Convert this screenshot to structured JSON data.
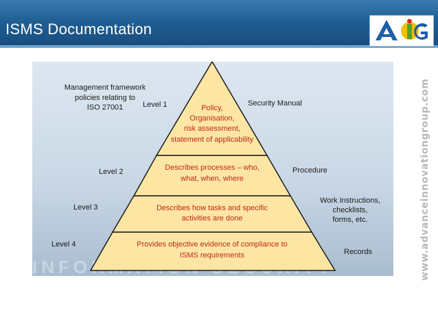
{
  "header": {
    "title": "ISMS  Documentation",
    "logo_text": "AIG"
  },
  "diagram": {
    "note_lines": [
      "Management framework",
      "policies relating to",
      "ISO 27001"
    ],
    "levels": [
      {
        "level": "Level 1",
        "tier_lines": [
          "Policy,",
          "Organisation,",
          "risk assessment,",
          "statement of applicability"
        ],
        "doc_lines": [
          "Security Manual"
        ]
      },
      {
        "level": "Level 2",
        "tier_lines": [
          "Describes processes – who,",
          "what, when, where"
        ],
        "doc_lines": [
          "Procedure"
        ]
      },
      {
        "level": "Level 3",
        "tier_lines": [
          "Describes how tasks and specific",
          "activities are done"
        ],
        "doc_lines": [
          "Work Instructions,",
          "checklists,",
          "forms, etc."
        ]
      },
      {
        "level": "Level 4",
        "tier_lines": [
          "Provides objective evidence of compliance to",
          "ISMS requirements"
        ],
        "doc_lines": [
          "Records"
        ]
      }
    ]
  },
  "side_url": "www.advanceinnovationgroup.com",
  "colors": {
    "header_blue": "#1f5e93",
    "pyramid_fill": "#fde6a4",
    "tier_text": "#c0261b"
  }
}
